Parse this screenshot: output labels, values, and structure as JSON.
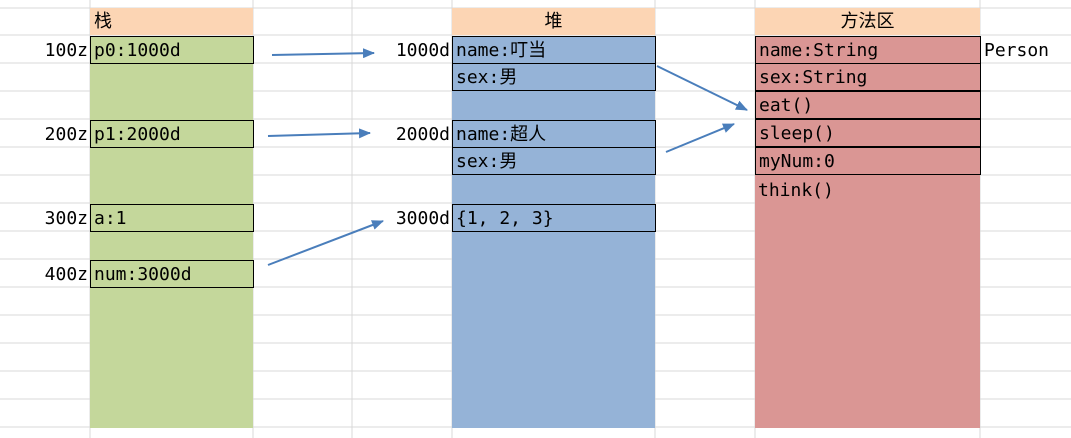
{
  "colors": {
    "stack_fill": "#c4d79b",
    "stack_header": "#fcd5b4",
    "heap_fill": "#95b3d7",
    "heap_header": "#fcd5b4",
    "method_fill": "#da9694",
    "method_header": "#fcd5b4",
    "arrow": "#4a7ebb",
    "grid": "#d9d9d9"
  },
  "stack": {
    "title": "栈",
    "cells": [
      {
        "address": "100z",
        "value": "p0:1000d"
      },
      {
        "address": "200z",
        "value": "p1:2000d"
      },
      {
        "address": "300z",
        "value": "a:1"
      },
      {
        "address": "400z",
        "value": "num:3000d"
      }
    ]
  },
  "heap": {
    "title": "堆",
    "objects": [
      {
        "address": "1000d",
        "fields": [
          "name:叮当",
          "sex:男"
        ]
      },
      {
        "address": "2000d",
        "fields": [
          "name:超人",
          "sex:男"
        ]
      },
      {
        "address": "3000d",
        "fields": [
          "{1, 2, 3}"
        ]
      }
    ]
  },
  "method_area": {
    "title": "方法区",
    "class_label": "Person",
    "members": [
      "name:String",
      "sex:String",
      "eat()",
      "sleep()",
      "myNum:0"
    ],
    "extra": "think()"
  }
}
